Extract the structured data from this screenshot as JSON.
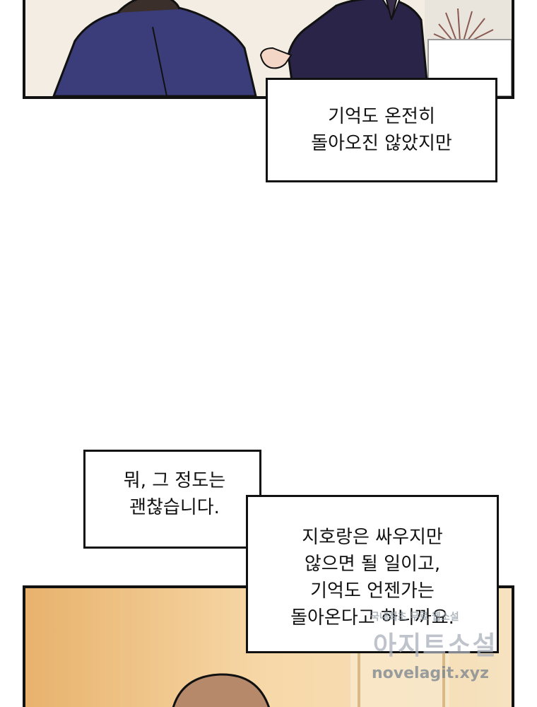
{
  "bubbles": {
    "top": "기억도 온전히\n돌아오진 않았지만",
    "middle_left": "뭐, 그 정도는\n괜찮습니다.",
    "middle_right": "지호랑은 싸우지만\n않으면 될 일이고,\n기억도 언젠가는\n돌아온다고 하니까요."
  },
  "watermark": {
    "line1": "국내최초 무료 웹소설",
    "line2": "아지트소설",
    "line3": "novelagit.xyz"
  },
  "colors": {
    "panel_border": "#111111",
    "suit_dark": "#2a2448",
    "suit_navy": "#3a3d7a",
    "bottom_panel_bg": "#f3c98a",
    "hair_brown": "#b7896b"
  }
}
